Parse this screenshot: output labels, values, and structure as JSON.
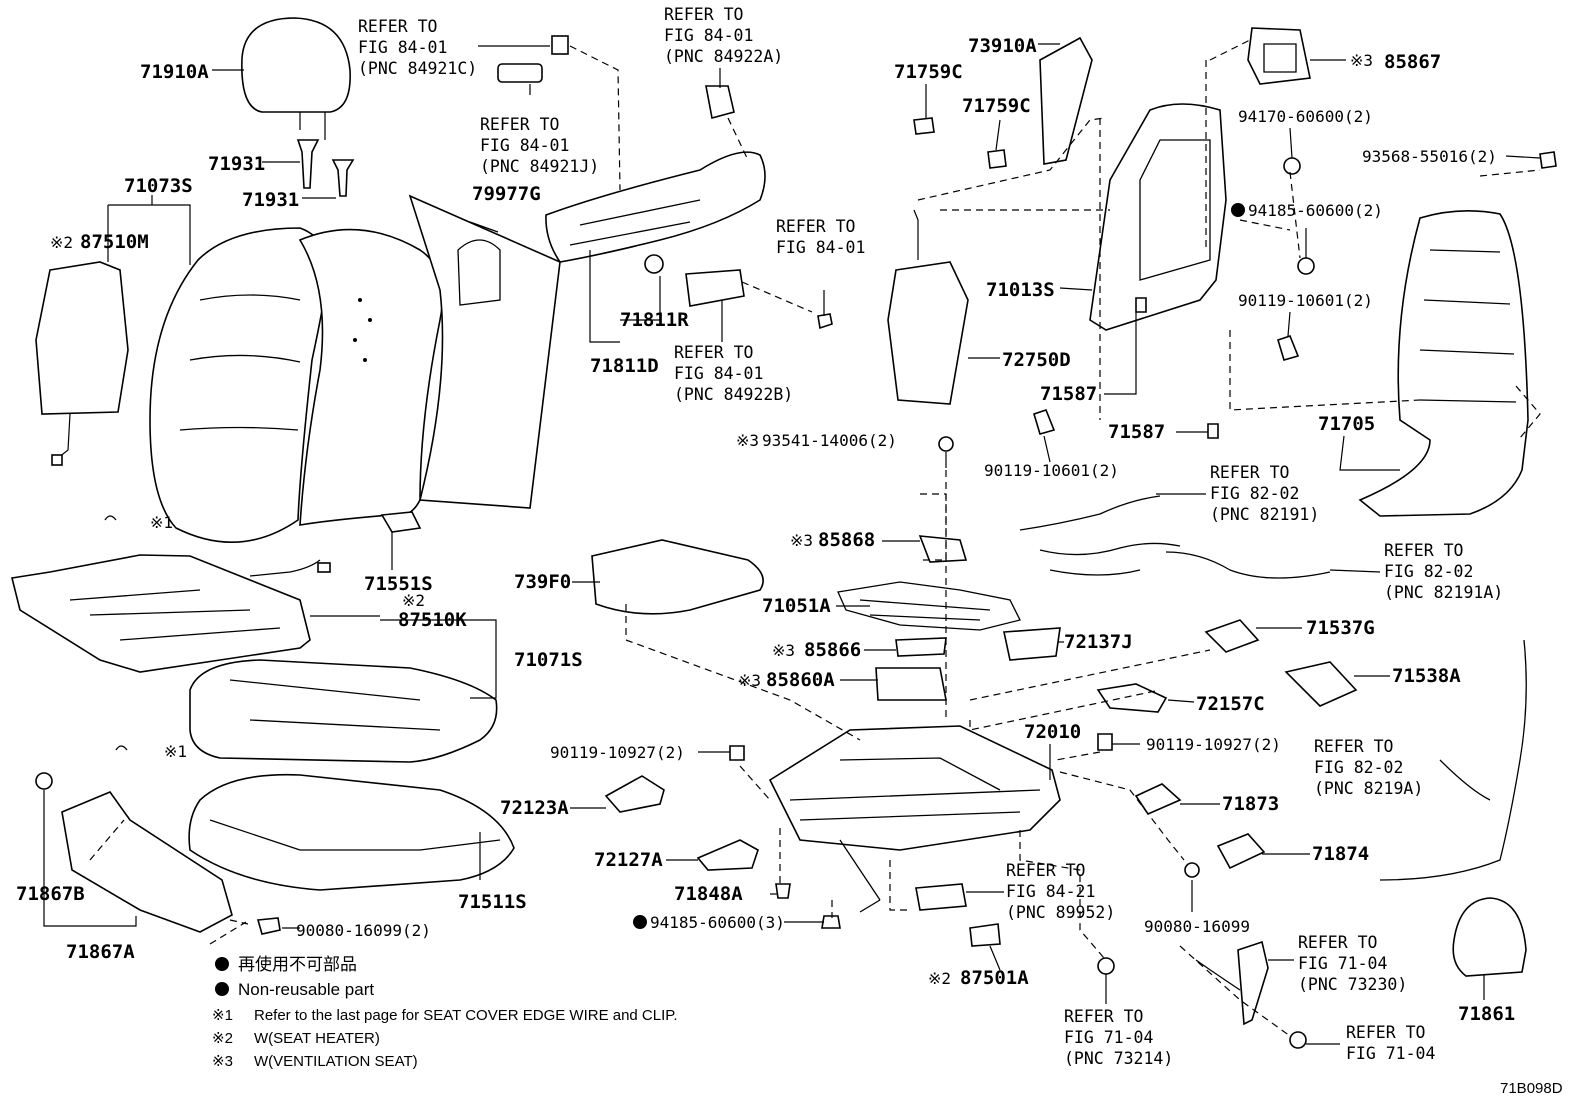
{
  "parts": {
    "p71910A": "71910A",
    "p71931a": "71931",
    "p71931b": "71931",
    "p71073S": "71073S",
    "p87510M": "87510M",
    "p79977G": "79977G",
    "p71551S": "71551S",
    "p87510K": "87510K",
    "p71071S": "71071S",
    "p71511S": "71511S",
    "p71867B": "71867B",
    "p71867A": "71867A",
    "p90080_2": "90080-16099(2)",
    "p71811R": "71811R",
    "p71811D": "71811D",
    "p739F0": "739F0",
    "p71051A": "71051A",
    "p85868": "85868",
    "p85866": "85866",
    "p85860A": "85860A",
    "p93541": "93541-14006(2)",
    "p72137J": "72137J",
    "p90119_10927a": "90119-10927(2)",
    "p72123A": "72123A",
    "p72127A": "72127A",
    "p71848A": "71848A",
    "p94185_3": "94185-60600(3)",
    "p72010": "72010",
    "p90119_10927b": "90119-10927(2)",
    "p72157C": "72157C",
    "p71873": "71873",
    "p71874": "71874",
    "p90080": "90080-16099",
    "p87501A": "87501A",
    "p71759C_a": "71759C",
    "p71759C_b": "71759C",
    "p73910A": "73910A",
    "p71013S": "71013S",
    "p72750D": "72750D",
    "p71587a": "71587",
    "p71587b": "71587",
    "p90119_10601a": "90119-10601(2)",
    "p85867": "85867",
    "p94170": "94170-60600(2)",
    "p94185_2": "94185-60600(2)",
    "p90119_10601b": "90119-10601(2)",
    "p93568": "93568-55016(2)",
    "p71705": "71705",
    "p71537G": "71537G",
    "p71538A": "71538A",
    "p71861": "71861"
  },
  "refs": {
    "r1": {
      "l1": "REFER TO",
      "l2": "FIG 84-01",
      "l3": "(PNC 84921C)"
    },
    "r2": {
      "l1": "REFER TO",
      "l2": "FIG 84-01",
      "l3": "(PNC 84921J)"
    },
    "r3": {
      "l1": "REFER TO",
      "l2": "FIG 84-01",
      "l3": "(PNC 84922A)"
    },
    "r4": {
      "l1": "REFER TO",
      "l2": "FIG 84-01"
    },
    "r5": {
      "l1": "REFER TO",
      "l2": "FIG 84-01",
      "l3": "(PNC 84922B)"
    },
    "r6": {
      "l1": "REFER TO",
      "l2": "FIG 82-02",
      "l3": "(PNC 82191)"
    },
    "r7": {
      "l1": "REFER TO",
      "l2": "FIG 82-02",
      "l3": "(PNC 82191A)"
    },
    "r8": {
      "l1": "REFER TO",
      "l2": "FIG 82-02",
      "l3": "(PNC 8219A)"
    },
    "r9": {
      "l1": "REFER TO",
      "l2": "FIG 84-21",
      "l3": "(PNC 89952)"
    },
    "r10": {
      "l1": "REFER TO",
      "l2": "FIG 71-04",
      "l3": "(PNC 73214)"
    },
    "r11": {
      "l1": "REFER TO",
      "l2": "FIG 71-04",
      "l3": "(PNC 73230)"
    },
    "r12": {
      "l1": "REFER TO",
      "l2": "FIG 71-04"
    }
  },
  "marks": {
    "m1": "※1",
    "m2": "※2",
    "m3": "※3"
  },
  "legend": {
    "line1": "再使用不可部品",
    "line2": "Non-reusable part",
    "note1_mark": "※1",
    "note1": "Refer to the last page for SEAT COVER EDGE WIRE and CLIP.",
    "note2_mark": "※2",
    "note2": "W(SEAT HEATER)",
    "note3_mark": "※3",
    "note3": "W(VENTILATION SEAT)"
  },
  "diagram_code": "71B098D"
}
